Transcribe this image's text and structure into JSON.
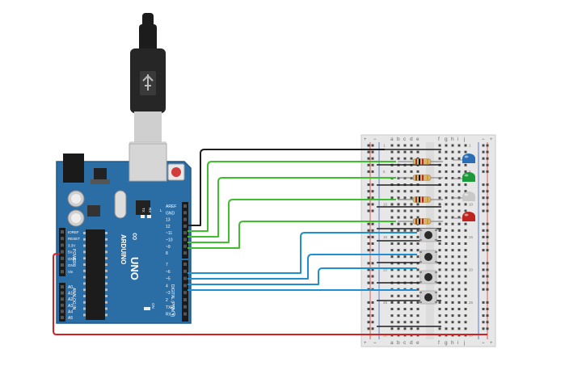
{
  "arduino": {
    "brand": "ARDUINO",
    "model": "UNO",
    "logo_mark": "∞",
    "header_digital": "DIGITAL (PWM ~)",
    "header_power": "POWER",
    "header_analog": "ANALOG IN",
    "on_label": "ON",
    "tx_label": "TX",
    "rx_label": "RX",
    "l_label": "L",
    "digital_pins": [
      "AREF",
      "GND",
      "13",
      "12",
      "~11",
      "~10",
      "~9",
      "8",
      "7",
      "~6",
      "~5",
      "4",
      "~3",
      "2",
      "TX▸1",
      "RX◂0"
    ],
    "power_pins": [
      "IOREF",
      "RESET",
      "3.3V",
      "5V",
      "GND",
      "GND",
      "Vin"
    ],
    "analog_pins": [
      "A0",
      "A1",
      "A2",
      "A3",
      "A4",
      "A5"
    ]
  },
  "breadboard": {
    "columns_left": [
      "a",
      "b",
      "c",
      "d",
      "e"
    ],
    "columns_right": [
      "f",
      "g",
      "h",
      "i",
      "j"
    ],
    "row_numbers": [
      "1",
      "5",
      "10",
      "15",
      "20",
      "25",
      "30"
    ]
  },
  "components": {
    "leds": [
      {
        "name": "led-blue",
        "color": "#2a6fb5"
      },
      {
        "name": "led-green",
        "color": "#1c9a3a"
      },
      {
        "name": "led-white",
        "color": "#c9c9c9"
      },
      {
        "name": "led-red",
        "color": "#c0241f"
      }
    ],
    "resistor_count": 4,
    "button_count": 4
  },
  "colors": {
    "board": "#2b6ea6",
    "wire_black": "#1e1e1e",
    "wire_green": "#3fbf2f",
    "wire_blue": "#1e90d0",
    "wire_red": "#d42020",
    "breadboard": "#e7e7e7"
  }
}
